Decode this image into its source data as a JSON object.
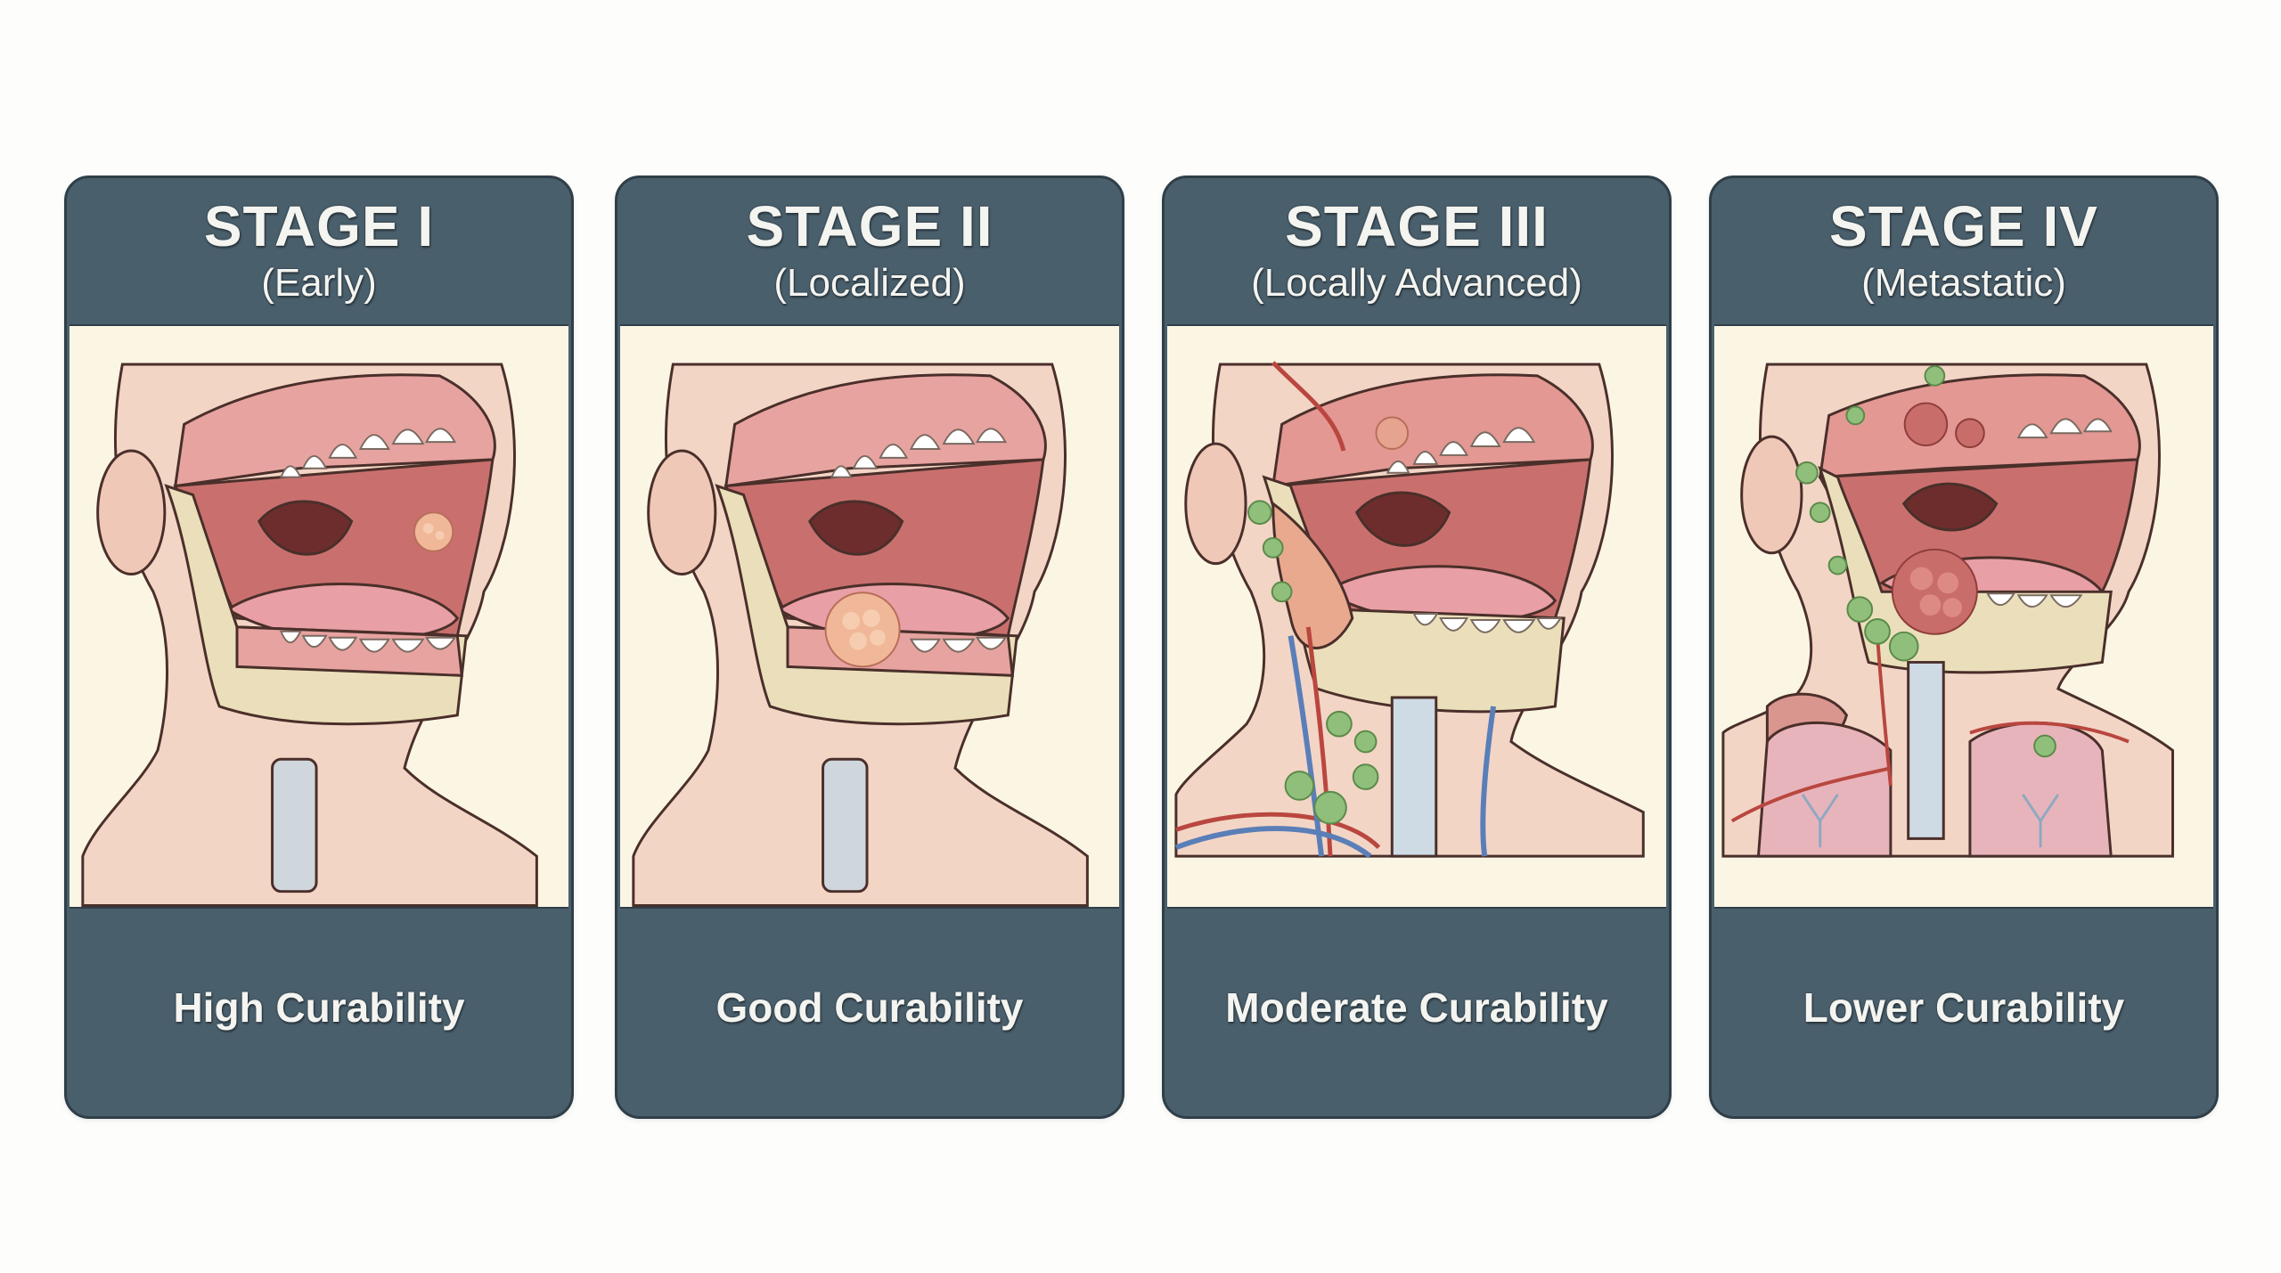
{
  "colors": {
    "background": "#fdfdfb",
    "card": "#4a5f6c",
    "card_border": "#2f3f49",
    "panel": "#fbf6e4",
    "text": "#f4f4f0",
    "skin": "#f3d5c6",
    "gum": "#e7a3a0",
    "bone": "#eadfba",
    "tumor": "#f0b898",
    "lymph_node": "#8fbf7a",
    "artery": "#c0504a",
    "vein": "#5a7fb8"
  },
  "stages": [
    {
      "title": "STAGE I",
      "subtitle": "(Early)",
      "curability": "High Curability",
      "illustration": "head-profile-small-tumor-icon"
    },
    {
      "title": "STAGE II",
      "subtitle": "(Localized)",
      "curability": "Good Curability",
      "illustration": "head-profile-larger-tumor-icon"
    },
    {
      "title": "STAGE III",
      "subtitle": "(Locally Advanced)",
      "curability": "Moderate Curability",
      "illustration": "head-profile-lymph-node-spread-icon"
    },
    {
      "title": "STAGE IV",
      "subtitle": "(Metastatic)",
      "curability": "Lower Curability",
      "illustration": "head-profile-metastasis-lungs-icon"
    }
  ]
}
